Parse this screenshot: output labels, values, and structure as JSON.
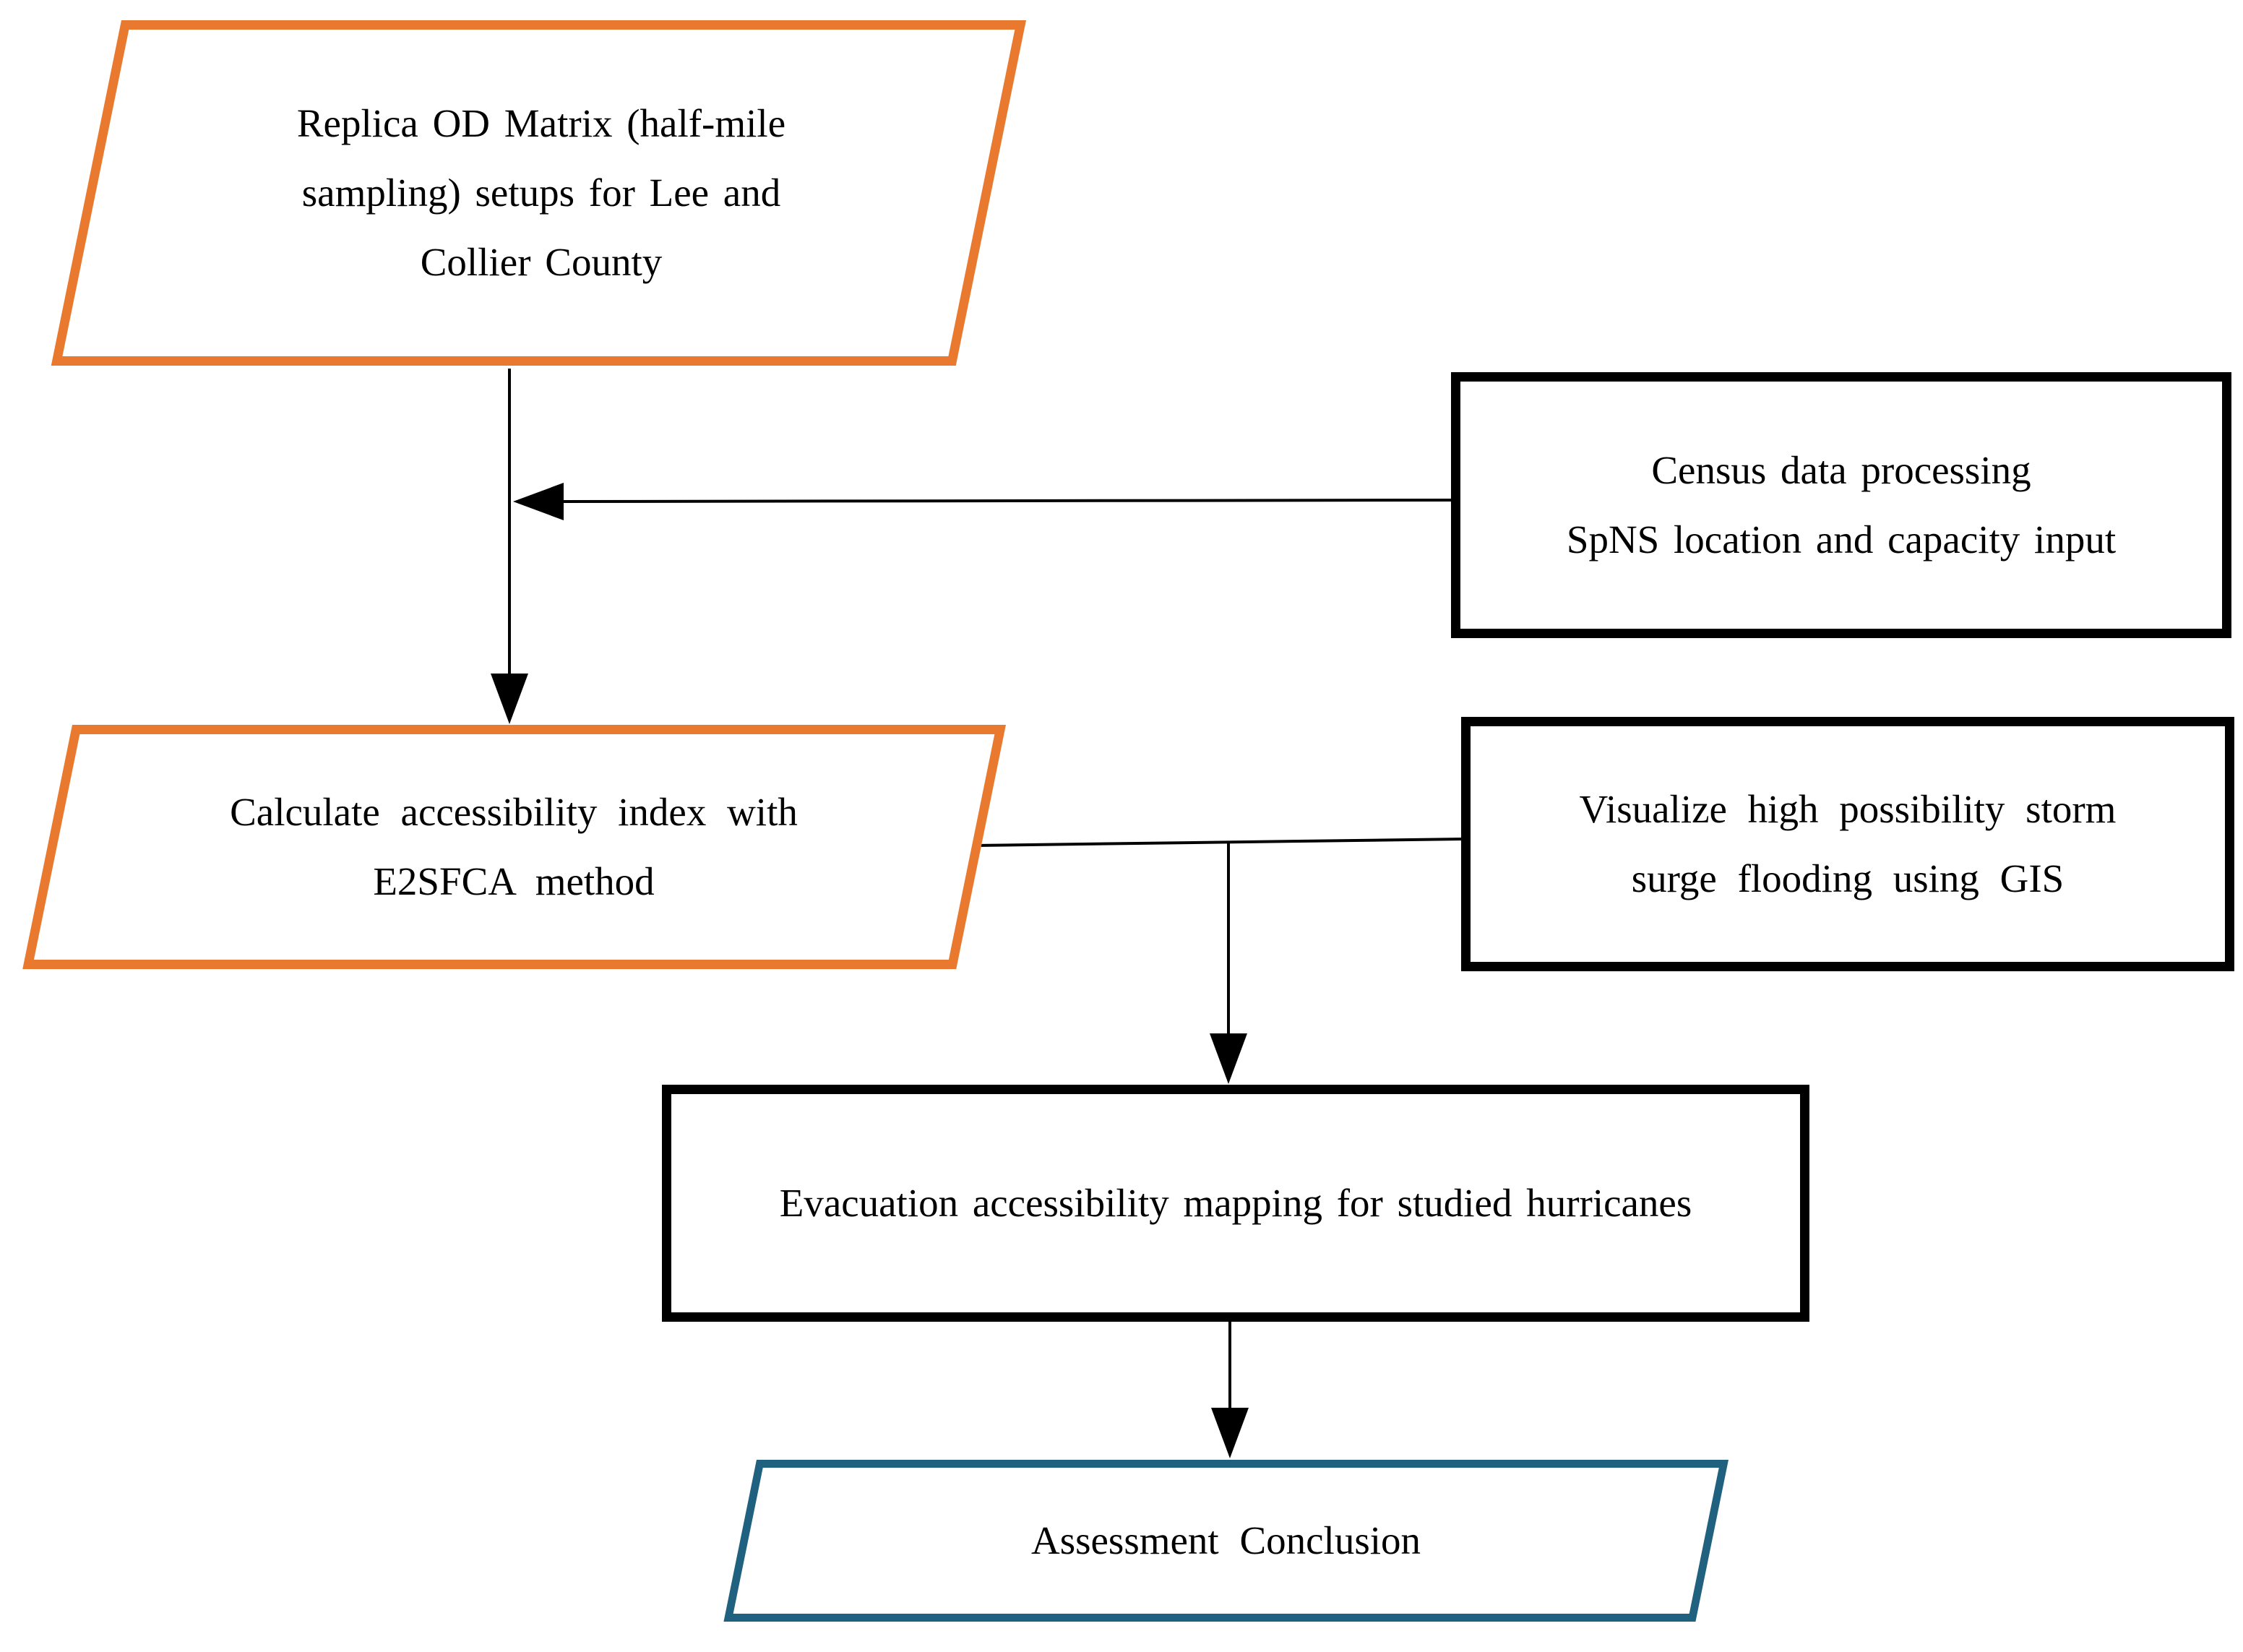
{
  "diagram": {
    "type": "flowchart",
    "colors": {
      "orange_accent": "#E8792F",
      "teal_accent": "#20617F",
      "line_black": "#000000",
      "background": "#FFFFFF"
    },
    "nodes": [
      {
        "id": "replica-od-matrix",
        "shape": "parallelogram",
        "accent": "orange",
        "lines": [
          "Replica OD Matrix (half-mile",
          "sampling) setups for Lee and",
          "Collier County"
        ]
      },
      {
        "id": "census-data",
        "shape": "rectangle",
        "accent": "black",
        "lines": [
          "Census data processing",
          "SpNS location and capacity input"
        ]
      },
      {
        "id": "calculate-accessibility",
        "shape": "parallelogram",
        "accent": "orange",
        "lines": [
          "Calculate accessibility index with",
          "E2SFCA method"
        ]
      },
      {
        "id": "visualize-storm-surge",
        "shape": "rectangle",
        "accent": "black",
        "lines": [
          "Visualize high possibility storm",
          "surge flooding using GIS"
        ]
      },
      {
        "id": "evacuation-mapping",
        "shape": "rectangle",
        "accent": "black",
        "lines": [
          "Evacuation accessibility mapping for studied hurricanes"
        ]
      },
      {
        "id": "assessment-conclusion",
        "shape": "parallelogram",
        "accent": "teal",
        "lines": [
          "Assessment Conclusion"
        ]
      }
    ],
    "edges": [
      {
        "from": "replica-od-matrix",
        "to": "calculate-accessibility",
        "style": "arrow-down"
      },
      {
        "from": "census-data",
        "to": "replica-to-calculate-line",
        "style": "arrow-left"
      },
      {
        "from": "calculate-accessibility",
        "to": "visualize-storm-surge",
        "style": "plain-line"
      },
      {
        "from": "calculate-accessibility-and-visualize-storm-surge",
        "to": "evacuation-mapping",
        "style": "arrow-down"
      },
      {
        "from": "evacuation-mapping",
        "to": "assessment-conclusion",
        "style": "arrow-down"
      }
    ]
  }
}
